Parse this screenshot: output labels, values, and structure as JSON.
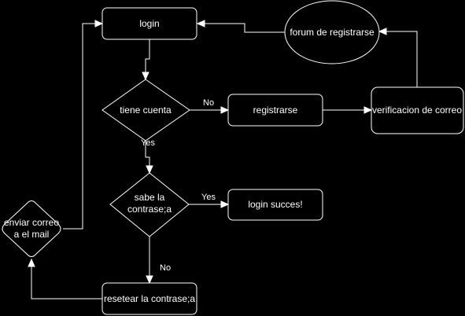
{
  "nodes": {
    "login": "login",
    "forum": "forum de registrarse",
    "tiene_cuenta": "tiene cuenta",
    "registrarse": "registrarse",
    "verificacion": "verificacion de correo",
    "sabe_line1": "sabe la",
    "sabe_line2": "contrase;a",
    "login_succes": "login succes!",
    "enviar_line1": "enviar correo",
    "enviar_line2": "a el mail",
    "resetear": "resetear la contrase;a"
  },
  "edges": {
    "no_1": "No",
    "yes_1": "Yes",
    "yes_2": "Yes",
    "no_2": "No"
  }
}
